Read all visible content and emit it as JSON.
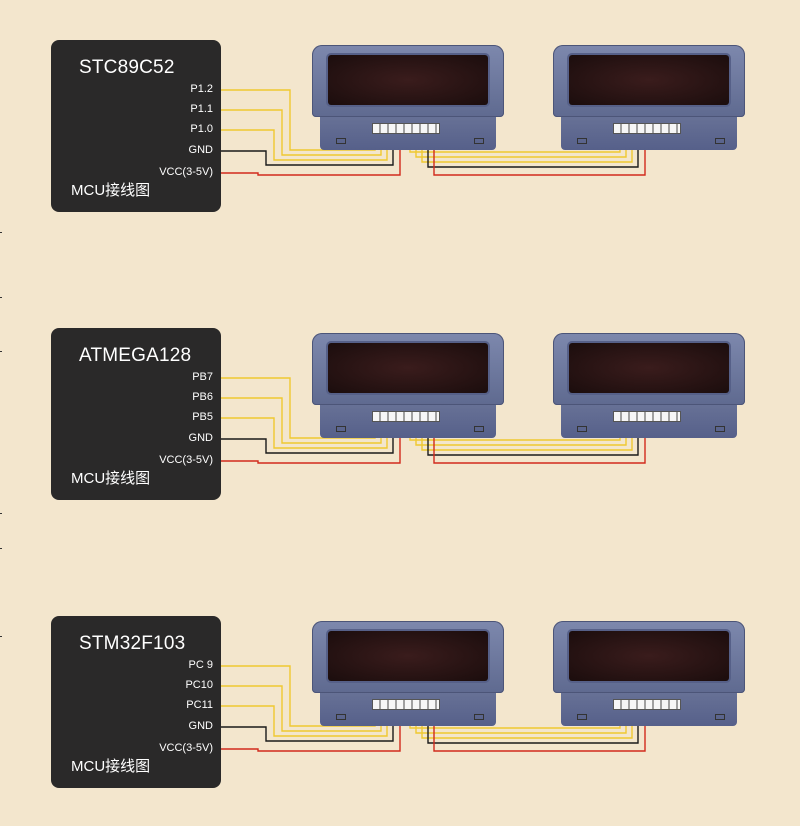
{
  "sections": [
    {
      "mcu_name": "STC89C52",
      "pins": [
        "P1.2",
        "P1.1",
        "P1.0",
        "GND",
        "VCC(3-5V)"
      ],
      "caption": "MCU接线图"
    },
    {
      "mcu_name": "ATMEGA128",
      "pins": [
        "PB7",
        "PB6",
        "PB5",
        "GND",
        "VCC(3-5V)"
      ],
      "caption": "MCU接线图"
    },
    {
      "mcu_name": "STM32F103",
      "pins": [
        "PC 9",
        "PC10",
        "PC11",
        "GND",
        "VCC(3-5V)"
      ],
      "caption": "MCU接线图"
    }
  ],
  "wire_colors": {
    "signal": "#f0c830",
    "gnd": "#1a1a1a",
    "vcc": "#d12a1c"
  },
  "colors": {
    "background": "#f3e6cd",
    "mcu_board": "#2a2929",
    "module_frame": "#6e789e",
    "screen": "#2a1414"
  }
}
